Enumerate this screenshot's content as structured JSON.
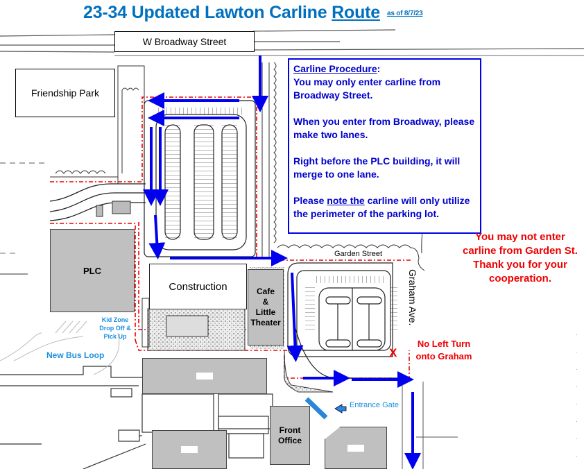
{
  "title": {
    "main": "23-34 Updated Lawton Carline ",
    "underlined": "Route",
    "as_of": "as of 8/7/23"
  },
  "streets": {
    "broadway": "W Broadway Street",
    "garden": "Garden Street",
    "graham": "Graham Ave."
  },
  "places": {
    "friendship_park": "Friendship Park",
    "plc": "PLC",
    "construction": "Construction",
    "cafe_line1": "Cafe",
    "cafe_line2": "&",
    "cafe_line3": "Little",
    "cafe_line4": "Theater",
    "front_office_line1": "Front",
    "front_office_line2": "Office"
  },
  "procedure": {
    "header": "Carline Procedure",
    "header_suffix": ":",
    "p1": "You may only enter carline from Broadway Street.",
    "p2": "When you enter from Broadway, please make two lanes.",
    "p3": "Right before the PLC building, it will merge to one lane.",
    "p4_pre": "Please ",
    "p4_u": "note  the",
    "p4_post": " carline will only utilize the perimeter of the parking lot."
  },
  "notes": {
    "garden_warning_1": "You may not enter",
    "garden_warning_2": "carline from Garden St.",
    "garden_warning_3": "Thank you for your",
    "garden_warning_4": "cooperation.",
    "no_left_1": "No Left Turn",
    "no_left_2": "onto Graham",
    "x_mark": "X",
    "kid_zone_1": "Kid Zone",
    "kid_zone_2": "Drop Off &",
    "kid_zone_3": "Pick Up",
    "bus_loop": "New Bus Loop",
    "entrance_gate": "Entrance Gate"
  },
  "colors": {
    "title_blue": "#0070c0",
    "route_arrow_blue": "#0000ee",
    "procedure_text": "#0000cc",
    "warning_red": "#ee0000",
    "label_light_blue": "#1a8fe0",
    "building_gray": "#c0c0c0",
    "boundary_red_dash": "#ee0000"
  }
}
